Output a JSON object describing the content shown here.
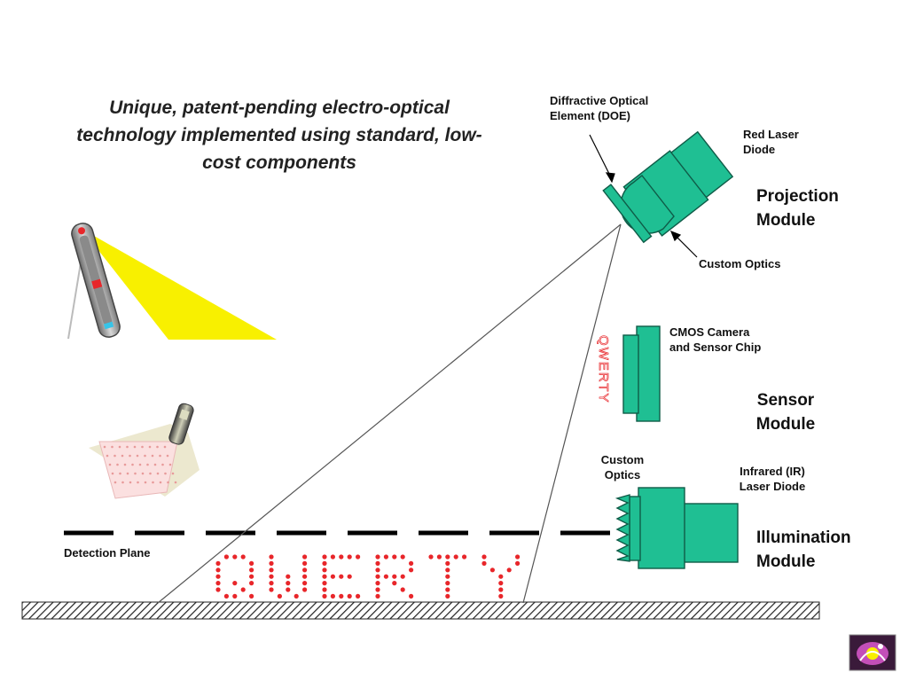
{
  "heading": {
    "line1": "Unique, patent-pending electro-optical",
    "line2": "technology implemented using standard, low-",
    "line3": "cost components"
  },
  "labels": {
    "doe_line1": "Diffractive Optical",
    "doe_line2": "Element (DOE)",
    "red_laser_line1": "Red Laser",
    "red_laser_line2": "Diode",
    "custom_optics_top": "Custom Optics",
    "cmos_line1": "CMOS Camera",
    "cmos_line2": "and Sensor Chip",
    "custom_optics_bottom_line1": "Custom",
    "custom_optics_bottom_line2": "Optics",
    "ir_line1": "Infrared (IR)",
    "ir_line2": "Laser Diode",
    "detection_plane": "Detection Plane"
  },
  "modules": {
    "projection_line1": "Projection",
    "projection_line2": "Module",
    "sensor_line1": "Sensor",
    "sensor_line2": "Module",
    "illumination_line1": "Illumination",
    "illumination_line2": "Module"
  },
  "projected_text": "QWERTY",
  "sensor_mirror_text": "QWERTY",
  "colors": {
    "module_green": "#1fbf93",
    "module_outline": "#0f5c48",
    "laser_red": "#e8262a",
    "beam_yellow": "#f8f000",
    "surface_hatch": "#222222"
  },
  "icons": {
    "pda": "pda-device-icon",
    "phone": "phone-keyboard-icon",
    "corner": "decorative-logo-icon"
  }
}
